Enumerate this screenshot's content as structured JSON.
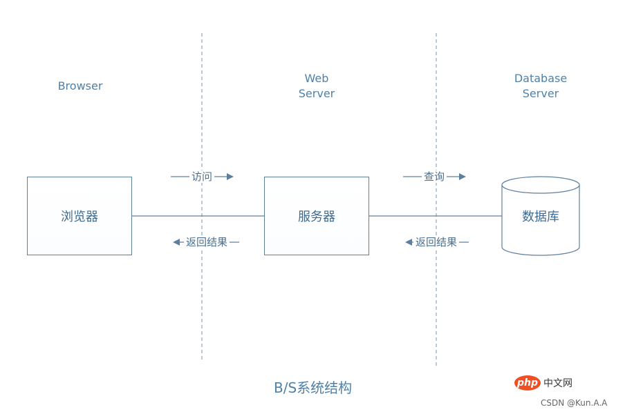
{
  "tiers": {
    "browser": "Browser",
    "web_server": [
      "Web",
      "Server"
    ],
    "database_server": [
      "Database",
      "Server"
    ]
  },
  "nodes": {
    "browser_box": "浏览器",
    "server_box": "服务器",
    "database_cylinder": "数据库"
  },
  "arrows": {
    "request_1": "访问",
    "response_1": "返回结果",
    "request_2": "查询",
    "response_2": "返回结果"
  },
  "caption": "B/S系统结构",
  "logo": {
    "badge": "php",
    "name": "中文网"
  },
  "watermark": "CSDN @Kun.A.A"
}
